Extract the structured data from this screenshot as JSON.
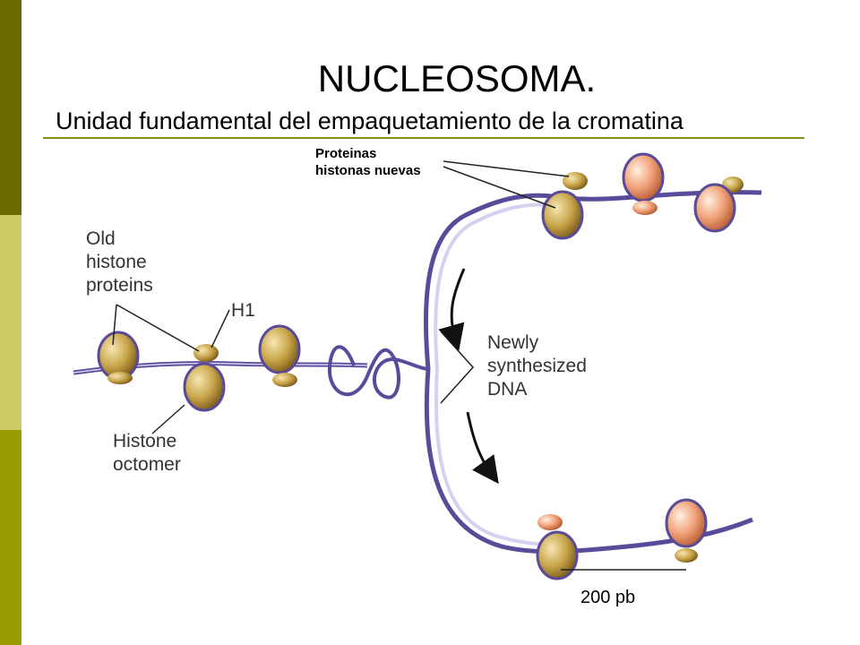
{
  "slide": {
    "title": "NUCLEOSOMA.",
    "subtitle": "Unidad fundamental del empaquetamiento de la cromatina"
  },
  "labels": {
    "old_histone_line1": "Old",
    "old_histone_line2": "histone",
    "old_histone_line3": "proteins",
    "h1": "H1",
    "histone_octomer_line1": "Histone",
    "histone_octomer_line2": "octomer",
    "newly_line1": "Newly",
    "newly_line2": "synthesized",
    "newly_line3": "DNA",
    "proteinas_line1": "Proteinas",
    "proteinas_line2": "histonas nuevas",
    "scale": "200 pb"
  },
  "colors": {
    "sidebar_top": "#6b6b00",
    "sidebar_mid": "#cccc66",
    "sidebar_bottom": "#999900",
    "dna_strand": "#5a4a9a",
    "dna_light": "#d8d0f0",
    "old_histone": "#c9a64a",
    "new_histone": "#f0a078",
    "title_rule": "#8c8c1a"
  }
}
